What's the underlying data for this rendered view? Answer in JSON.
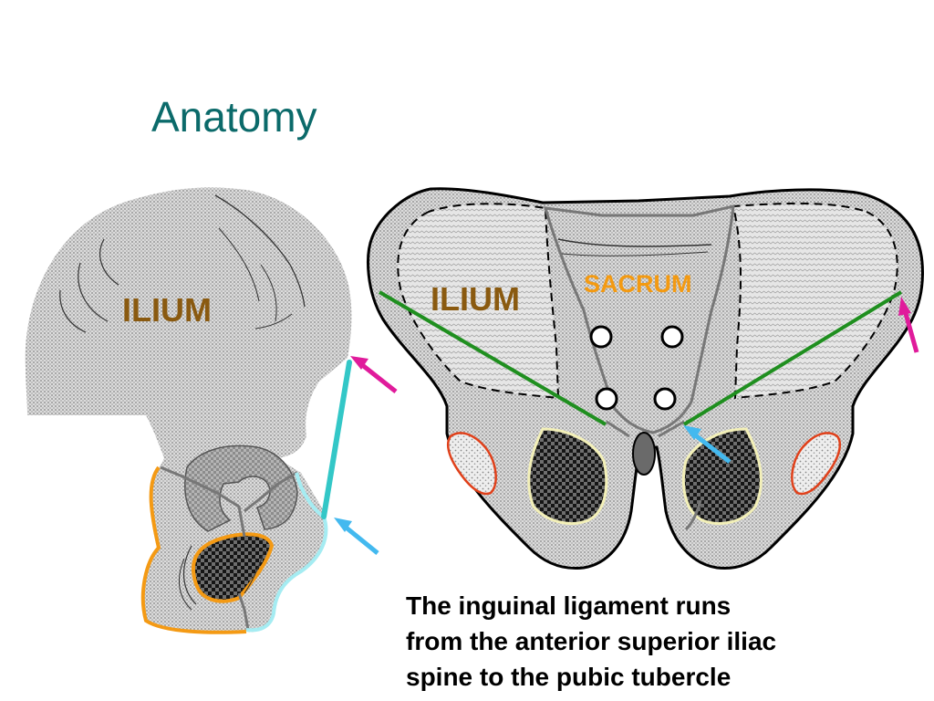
{
  "slide": {
    "title": "Anatomy",
    "caption_lines": [
      "The inguinal ligament runs",
      "from the anterior superior iliac",
      "spine to the pubic tubercle"
    ]
  },
  "lateral_view": {
    "labels": {
      "ilium": "ILIUM"
    }
  },
  "frontal_view": {
    "labels": {
      "ilium": "ILIUM",
      "sacrum": "SACRUM"
    }
  },
  "colors": {
    "title": "#0b6a6a",
    "ilium_label": "#8a5a10",
    "sacrum_label": "#f39a12",
    "ligament": "#1f8f1f",
    "ligament_lateral": "#33c7c7",
    "asis_arrow": "#e01b9b",
    "tubercle_arrow": "#43b9ef",
    "pubis_outline": "#f49a14",
    "ischium_outline": "#a5ecf2",
    "bone_fill": "#c8c8c8",
    "foramen_fill": "#1a1a1a",
    "ischial_spine_outline": "#e0401a",
    "obturator_rim": "#f3f0b8"
  }
}
